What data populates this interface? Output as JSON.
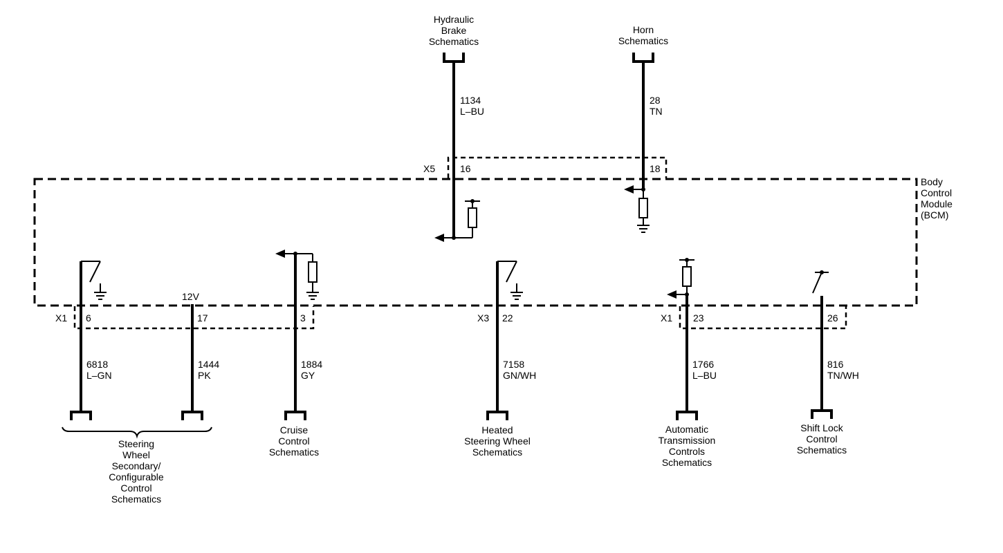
{
  "module": {
    "name_lines": [
      "Body",
      "Control",
      "Module",
      "(BCM)"
    ]
  },
  "connectors": {
    "x5": "X5",
    "x1_left": "X1",
    "x3": "X3",
    "x1_right": "X1"
  },
  "supply_label": "12V",
  "top_circuits": [
    {
      "id": "hydraulic",
      "destination": [
        "Hydraulic",
        "Brake",
        "Schematics"
      ],
      "circuit": "1134",
      "color": "L–BU",
      "pin": "16"
    },
    {
      "id": "horn",
      "destination": [
        "Horn",
        "Schematics"
      ],
      "circuit": "28",
      "color": "TN",
      "pin": "18"
    }
  ],
  "bottom_circuits": [
    {
      "id": "steering-a",
      "pin": "6",
      "circuit": "6818",
      "color": "L–GN"
    },
    {
      "id": "steering-b",
      "pin": "17",
      "circuit": "1444",
      "color": "PK"
    },
    {
      "id": "cruise",
      "pin": "3",
      "circuit": "1884",
      "color": "GY",
      "destination": [
        "Cruise",
        "Control",
        "Schematics"
      ]
    },
    {
      "id": "heated",
      "pin": "22",
      "circuit": "7158",
      "color": "GN/WH",
      "destination": [
        "Heated",
        "Steering Wheel",
        "Schematics"
      ]
    },
    {
      "id": "trans",
      "pin": "23",
      "circuit": "1766",
      "color": "L–BU",
      "destination": [
        "Automatic",
        "Transmission",
        "Controls",
        "Schematics"
      ]
    },
    {
      "id": "shiftlock",
      "pin": "26",
      "circuit": "816",
      "color": "TN/WH",
      "destination": [
        "Shift Lock",
        "Control",
        "Schematics"
      ]
    }
  ],
  "steering_destination": [
    "Steering",
    "Wheel",
    "Secondary/",
    "Configurable",
    "Control",
    "Schematics"
  ]
}
